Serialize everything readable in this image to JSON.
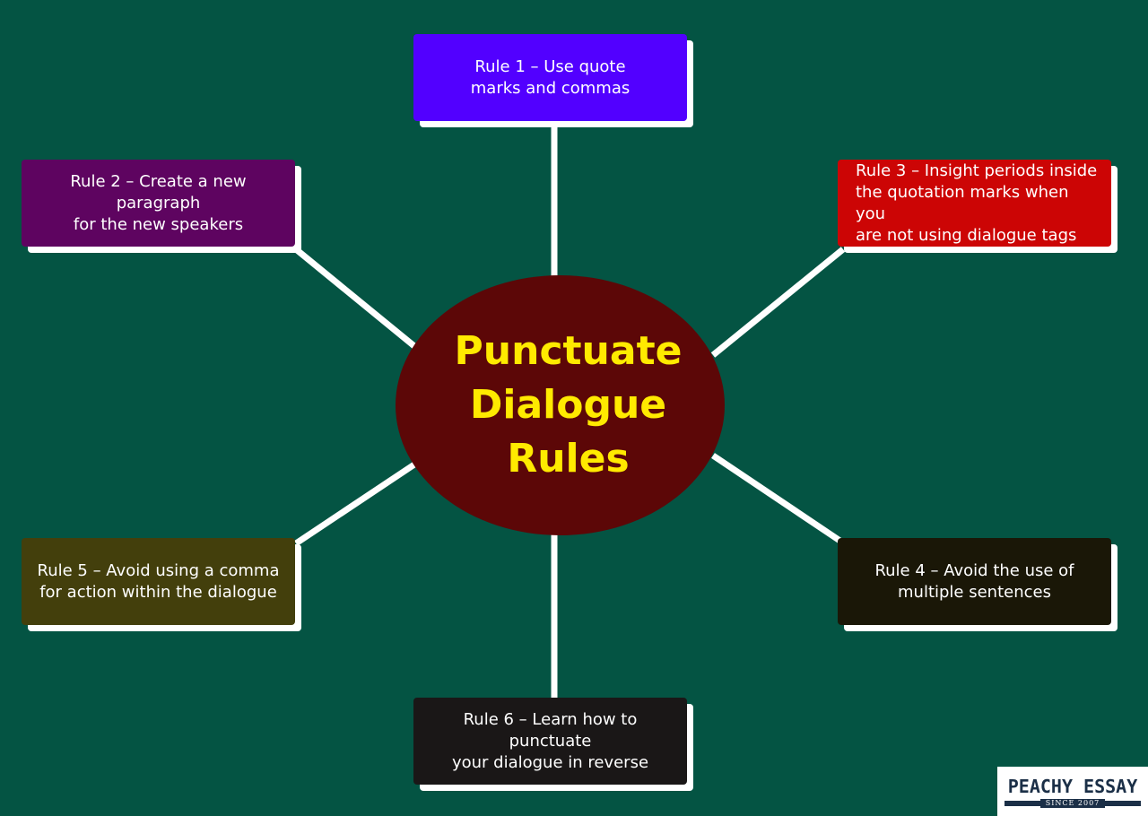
{
  "center": {
    "title": "Punctuate\nDialogue\nRules"
  },
  "rules": [
    {
      "id": "rule1",
      "text": "Rule 1 – Use quote\nmarks and commas",
      "color": "#5200ff"
    },
    {
      "id": "rule2",
      "text": "Rule 2 – Create a new paragraph\nfor the new speakers",
      "color": "#5e0460"
    },
    {
      "id": "rule3",
      "text": "Rule 3 – Insight periods inside\nthe quotation marks when you\nare not using dialogue tags",
      "color": "#cc0505"
    },
    {
      "id": "rule4",
      "text": "Rule 4 – Avoid the use of\nmultiple sentences",
      "color": "#1a1707"
    },
    {
      "id": "rule5",
      "text": "Rule 5 – Avoid using a comma\nfor action within the dialogue",
      "color": "#433f0c"
    },
    {
      "id": "rule6",
      "text": "Rule 6 – Learn how to punctuate\nyour dialogue in reverse",
      "color": "#1a1717"
    }
  ],
  "logo": {
    "brand": "PEACHY ESSAY",
    "since": "SINCE 2007"
  },
  "colors": {
    "background": "#045443",
    "center_fill": "#5c0707",
    "title_color": "#ffea00",
    "connector": "#ffffff"
  }
}
